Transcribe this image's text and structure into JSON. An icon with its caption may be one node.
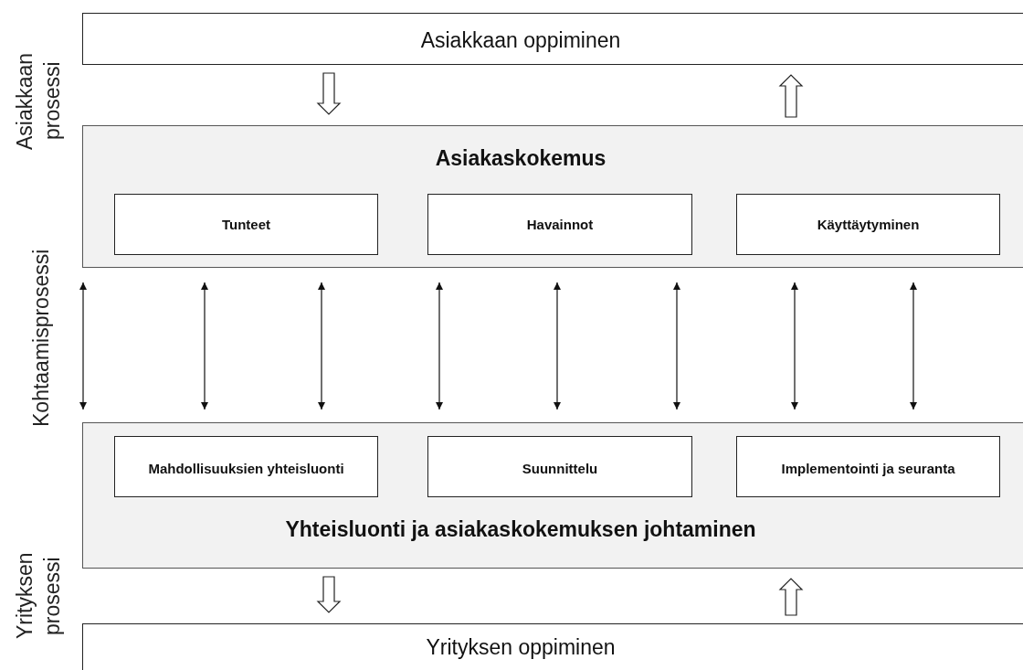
{
  "diagram": {
    "nodes": [
      {
        "text": [
          "Asiakkaan oppiminen"
        ]
      },
      {
        "text": [
          "Asiakaskokemus"
        ]
      },
      {
        "text": [
          "Tunteet"
        ],
        "in": 1
      },
      {
        "text": [
          "Havainnot"
        ],
        "in": 1
      },
      {
        "text": [
          "Käyttäytyminen"
        ],
        "in": 1
      },
      {
        "text": [
          "Yhteisluonti ja asiakaskokemuksen johtaminen"
        ]
      },
      {
        "text": [
          "Mahdollisuuksien yhteisluonti"
        ],
        "in": 5
      },
      {
        "text": [
          "Suunnittelu"
        ],
        "in": 5
      },
      {
        "text": [
          "Implementointi ja seuranta"
        ],
        "in": 5
      },
      {
        "text": [
          "Yrityksen oppiminen"
        ]
      }
    ],
    "edges": [
      {
        "from": 0,
        "to": 1,
        "arrow": "to"
      },
      {
        "from": 1,
        "to": 0,
        "arrow": "to"
      },
      {
        "from": 1,
        "to": 5,
        "arrow": "both"
      },
      {
        "from": 1,
        "to": 5,
        "arrow": "both"
      },
      {
        "from": 1,
        "to": 5,
        "arrow": "both"
      },
      {
        "from": 1,
        "to": 5,
        "arrow": "both"
      },
      {
        "from": 1,
        "to": 5,
        "arrow": "both"
      },
      {
        "from": 1,
        "to": 5,
        "arrow": "both"
      },
      {
        "from": 1,
        "to": 5,
        "arrow": "both"
      },
      {
        "from": 1,
        "to": 5,
        "arrow": "both"
      },
      {
        "from": 5,
        "to": 9,
        "arrow": "to"
      },
      {
        "from": 9,
        "to": 5,
        "arrow": "to"
      }
    ],
    "labels": [
      "Asiakkaan prosessi",
      "Kohtaamisprosessi",
      "Yrityksen prosessi"
    ]
  }
}
